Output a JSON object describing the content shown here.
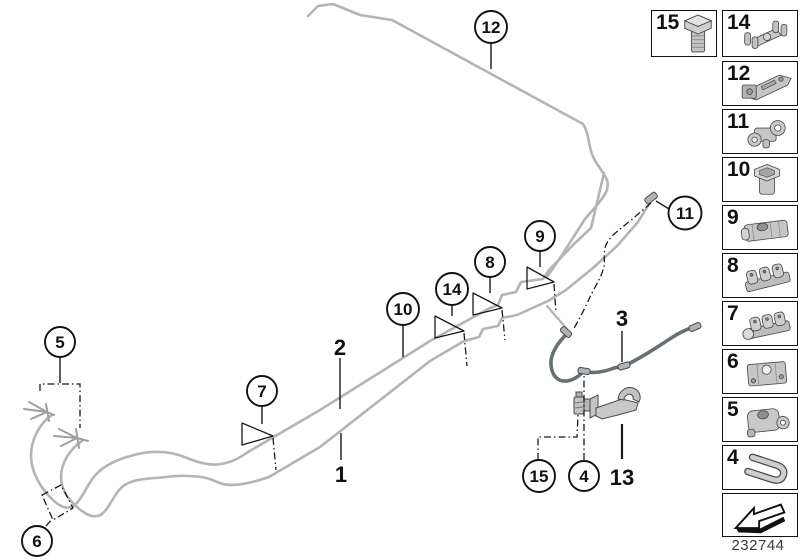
{
  "doc_number": "232744",
  "callouts": {
    "1": "1",
    "2": "2",
    "3": "3",
    "4": "4",
    "5": "5",
    "6": "6",
    "7": "7",
    "8": "8",
    "9": "9",
    "10": "10",
    "11": "11",
    "12": "12",
    "13": "13",
    "14": "14",
    "15": "15"
  },
  "legend": {
    "cells": [
      {
        "number": "15",
        "part": "hex-bolt"
      },
      {
        "number": "14",
        "part": "double-pipe-clip"
      },
      {
        "number": "12",
        "part": "holder-arm-clip"
      },
      {
        "number": "11",
        "part": "double-tube-clip"
      },
      {
        "number": "10",
        "part": "tube-nut"
      },
      {
        "number": "9",
        "part": "pipe-clamp"
      },
      {
        "number": "8",
        "part": "ribbed-pipe-clamp"
      },
      {
        "number": "7",
        "part": "ribbed-pipe-clamp"
      },
      {
        "number": "6",
        "part": "block-pipe-clamp"
      },
      {
        "number": "5",
        "part": "block-pipe-clamp"
      },
      {
        "number": "4",
        "part": "spring-clip"
      }
    ],
    "arrow": {
      "part": "direction-arrow"
    }
  },
  "colors": {
    "pipe": "#b4b4b4",
    "hose": "#677074",
    "outline": "#1a1a1a",
    "fitting": "#aeb4b7"
  }
}
